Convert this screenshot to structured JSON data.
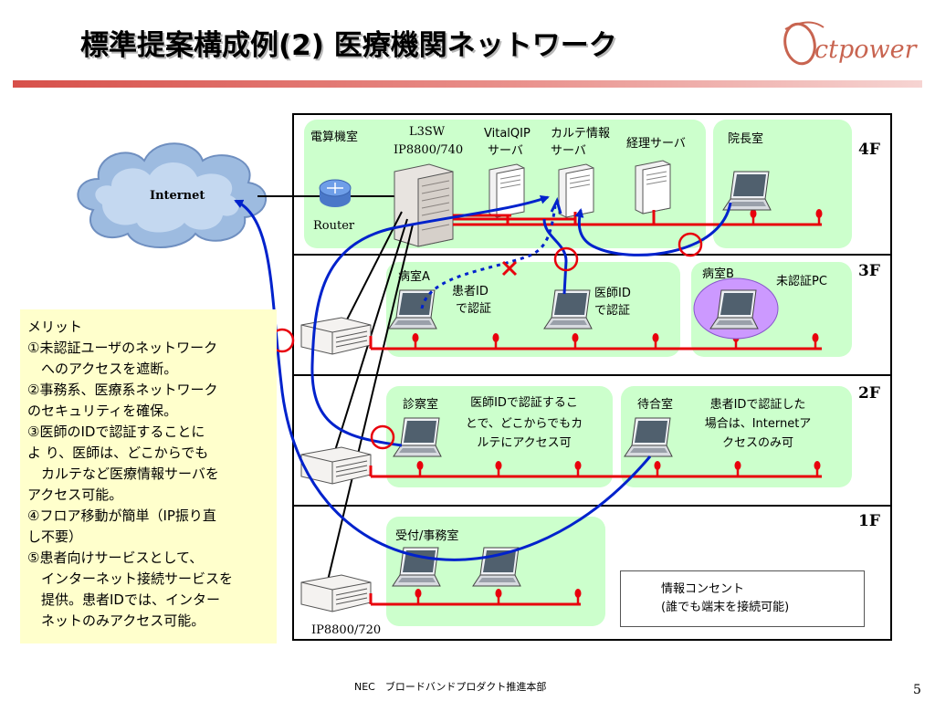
{
  "slide": {
    "title": "標準提案構成例(2) 医療機関ネットワーク",
    "logo_text": "ctpower",
    "page_number": "5",
    "footer": "NEC　ブロードバンドプロダクト推進本部"
  },
  "internet": {
    "label": "Internet"
  },
  "floors": [
    {
      "id": "4F",
      "label": "4F"
    },
    {
      "id": "3F",
      "label": "3F"
    },
    {
      "id": "2F",
      "label": "2F"
    },
    {
      "id": "1F",
      "label": "1F"
    }
  ],
  "rooms": {
    "computer_room": "電算機室",
    "director_room": "院長室",
    "ward_a": "病室A",
    "ward_b": "病室B",
    "exam_room": "診察室",
    "waiting_room": "待合室",
    "reception": "受付/事務室"
  },
  "devices": {
    "l3sw_name": "L3SW",
    "l3sw_model": "IP8800/740",
    "router": "Router",
    "vitalqip_line1": "VitalQIP",
    "vitalqip_line2": "サーバ",
    "karte_line1": "カルテ情報",
    "karte_line2": "サーバ",
    "keiri": "経理サーバ",
    "switch_model": "IP8800/720"
  },
  "notes": {
    "patient_auth_1": "患者ID",
    "patient_auth_2": "で認証",
    "doctor_auth_1": "医師ID",
    "doctor_auth_2": "で認証",
    "unauth_pc": "未認証PC",
    "exam_note": [
      "医師IDで認証するこ",
      "とで、どこからでもカ",
      "ルテにアクセス可"
    ],
    "waiting_note": [
      "患者IDで認証した",
      "場合は、Internetア",
      "クセスのみ可"
    ]
  },
  "merits": [
    "メリット",
    "①未認証ユーザのネットワーク",
    "　へのアクセスを遮断。",
    "②事務系、医療系ネットワーク",
    "のセキュリティを確保。",
    "③医師のIDで認証することに",
    "よ り、医師は、どこからでも",
    "　カルテなど医療情報サーバを",
    "アクセス可能。",
    "④フロア移動が簡単（IP振り直",
    "し不要）",
    "⑤患者向けサービスとして、",
    "　インターネット接続サービスを",
    "　提供。患者IDでは、インター",
    "　ネットのみアクセス可能。"
  ],
  "legend": {
    "line1": "情報コンセント",
    "line2": "(誰でも端末を接続可能)"
  },
  "colors": {
    "room_fill": "#ccffcc",
    "lan_line": "#e8000c",
    "flow_arrow": "#0022cc",
    "merit_fill": "#ffffcc",
    "title_rule": "#d7504a"
  }
}
